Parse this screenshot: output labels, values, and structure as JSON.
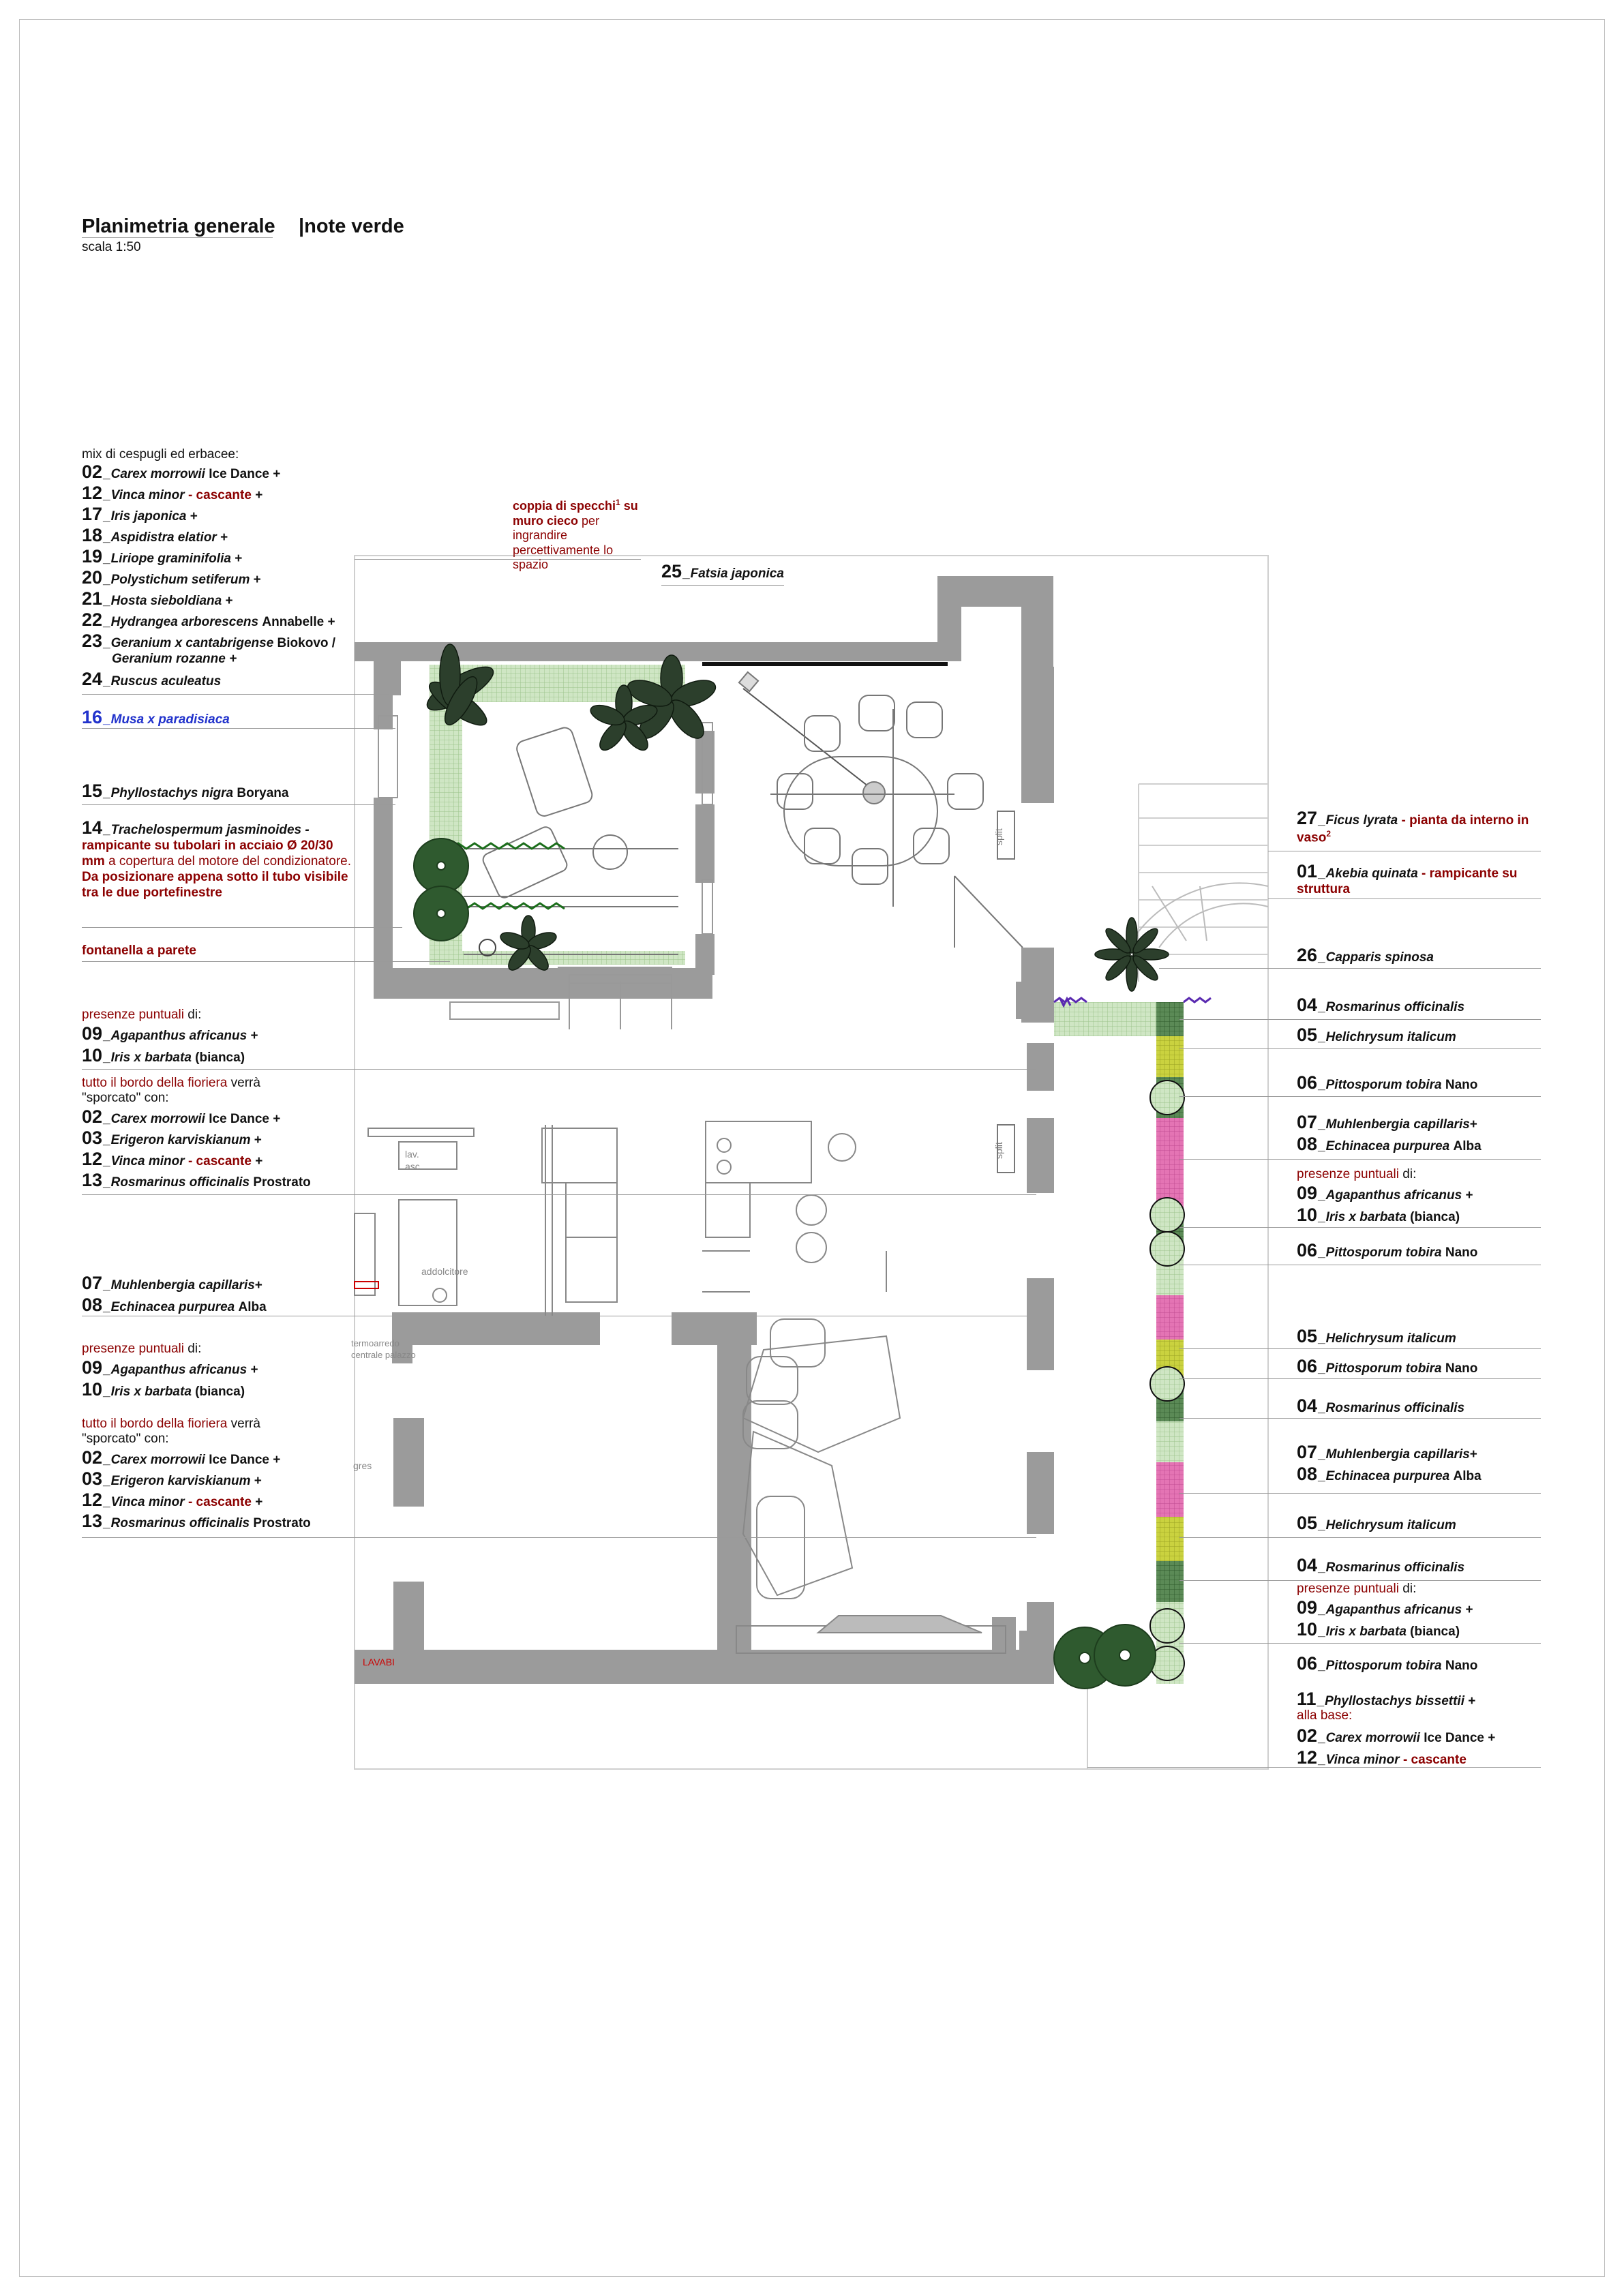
{
  "title": "Planimetria generale",
  "title2": "|note verde",
  "scale": "scala 1:50",
  "left_notes": {
    "mix_header": "mix di cespugli ed erbacee:",
    "mix": [
      {
        "n": "02",
        "name": "_Carex morrowii",
        "rest": "Ice Dance +"
      },
      {
        "n": "12",
        "name": "_Vinca minor",
        "red": "- cascante",
        "rest": "+"
      },
      {
        "n": "17",
        "name": "_Iris japonica",
        "rest": "+"
      },
      {
        "n": "18",
        "name": "_Aspidistra elatior",
        "rest": "+"
      },
      {
        "n": "19",
        "name": "_Liriope graminifolia",
        "rest": "+"
      },
      {
        "n": "20",
        "name": "_Polystichum setiferum",
        "rest": "+"
      },
      {
        "n": "21",
        "name": "_Hosta sieboldiana",
        "rest": "+"
      },
      {
        "n": "22",
        "name": "_Hydrangea arborescens",
        "rest": "Annabelle +"
      },
      {
        "n": "23",
        "name": "_Geranium x cantabrigense",
        "rest": "Biokovo /"
      }
    ],
    "geranium2_name": "Geranium rozanne",
    "geranium2_rest": "+",
    "ruscus": {
      "n": "24",
      "name": "_Ruscus aculeatus"
    },
    "musa": {
      "n": "16",
      "name": "_Musa x paradisiaca"
    },
    "phyllostachys": {
      "n": "15",
      "name": "_Phyllostachys nigra",
      "rest": "Boryana"
    },
    "trach_n": "14",
    "trach_name": "_Trachelospermum jasminoides -",
    "trach_red1": "rampicante su tubolari in acciaio Ø 20/30 mm",
    "trach_plain": "a copertura del motore del condizionatore.",
    "trach_red2": "Da posizionare appena sotto il tubo visibile tra le due portefinestre",
    "fontanella": "fontanella a parete",
    "presenze_red": "presenze puntuali",
    "presenze_rest": "di:",
    "p1_09": {
      "n": "09",
      "name": "_Agapanthus africanus",
      "rest": "+"
    },
    "p1_10": {
      "n": "10",
      "name": "_Iris x barbata",
      "rest": "(bianca)"
    },
    "bordo_red": "tutto il bordo della fioriera",
    "bordo_rest": "verrà",
    "sporcato": "\"sporcato\" con:",
    "b1": [
      {
        "n": "02",
        "name": "_Carex morrowii",
        "rest": "Ice Dance +"
      },
      {
        "n": "03",
        "name": "_Erigeron karviskianum",
        "rest": "+"
      },
      {
        "n": "12",
        "name": "_Vinca minor",
        "red": "- cascante",
        "rest": "+"
      },
      {
        "n": "13",
        "name": "_Rosmarinus officinalis",
        "rest": "Prostrato"
      }
    ],
    "m07": {
      "n": "07",
      "name": "_Muhlenbergia capillaris",
      "rest": "+"
    },
    "m08": {
      "n": "08",
      "name": "_Echinacea purpurea",
      "rest": "Alba"
    },
    "p2_09": {
      "n": "09",
      "name": "_Agapanthus africanus",
      "rest": "+"
    },
    "p2_10": {
      "n": "10",
      "name": "_Iris x barbata",
      "rest": "(bianca)"
    },
    "b2": [
      {
        "n": "02",
        "name": "_Carex morrowii",
        "rest": "Ice Dance +"
      },
      {
        "n": "03",
        "name": "_Erigeron karviskianum",
        "rest": "+"
      },
      {
        "n": "12",
        "name": "_Vinca minor",
        "red": "- cascante",
        "rest": "+"
      },
      {
        "n": "13",
        "name": "_Rosmarinus officinalis",
        "rest": "Prostrato"
      }
    ]
  },
  "top_notes": {
    "specchi_red1": "coppia di specchi",
    "specchi_sup": "1",
    "specchi_red2": "su muro cieco",
    "specchi_plain1": "per",
    "specchi_red3": "ingrandire percettivamente lo spazio",
    "fatsia": {
      "n": "25",
      "name": "_Fatsia japonica"
    }
  },
  "right_notes": {
    "ficus_n": "27",
    "ficus_name": "_Ficus lyrata",
    "ficus_red": "- pianta da interno in vaso",
    "ficus_sup": "2",
    "akebia_n": "01",
    "akebia_name": "_Akebia quinata",
    "akebia_red": "- rampicante su struttura",
    "capparis": {
      "n": "26",
      "name": "_Capparis spinosa"
    },
    "r04a": {
      "n": "04",
      "name": "_Rosmarinus officinalis"
    },
    "r05a": {
      "n": "05",
      "name": "_Helichrysum italicum"
    },
    "r06a": {
      "n": "06",
      "name": "_Pittosporum tobira",
      "rest": "Nano"
    },
    "r07a": {
      "n": "07",
      "name": "_Muhlenbergia capillaris",
      "rest": "+"
    },
    "r08a": {
      "n": "08",
      "name": "_Echinacea purpurea",
      "rest": "Alba"
    },
    "presenze_red": "presenze puntuali",
    "presenze_rest": "di:",
    "r09a": {
      "n": "09",
      "name": "_Agapanthus africanus",
      "rest": "+"
    },
    "r10a": {
      "n": "10",
      "name": "_Iris x barbata",
      "rest": "(bianca)"
    },
    "r06b": {
      "n": "06",
      "name": "_Pittosporum tobira",
      "rest": "Nano"
    },
    "r05b": {
      "n": "05",
      "name": "_Helichrysum italicum"
    },
    "r06c": {
      "n": "06",
      "name": "_Pittosporum tobira",
      "rest": "Nano"
    },
    "r04b": {
      "n": "04",
      "name": "_Rosmarinus officinalis"
    },
    "r07b": {
      "n": "07",
      "name": "_Muhlenbergia capillaris",
      "rest": "+"
    },
    "r08b": {
      "n": "08",
      "name": "_Echinacea purpurea",
      "rest": "Alba"
    },
    "r05c": {
      "n": "05",
      "name": "_Helichrysum italicum"
    },
    "r04c": {
      "n": "04",
      "name": "_Rosmarinus officinalis"
    },
    "r09b": {
      "n": "09",
      "name": "_Agapanthus africanus",
      "rest": "+"
    },
    "r10b": {
      "n": "10",
      "name": "_Iris x barbata",
      "rest": "(bianca)"
    },
    "r06d": {
      "n": "06",
      "name": "_Pittosporum tobira",
      "rest": "Nano"
    },
    "r11": {
      "n": "11",
      "name": "_Phyllostachys bissettii",
      "rest": "+"
    },
    "alla_base": "alla base:",
    "r02": {
      "n": "02",
      "name": "_Carex morrowii",
      "rest": "Ice Dance +"
    },
    "r12": {
      "n": "12",
      "name": "_Vinca minor",
      "red": "- cascante"
    }
  },
  "plan_labels": {
    "split1": "split",
    "split2": "split",
    "lav": "lav.",
    "asc": "asc.",
    "addolcitore": "addolcitore",
    "termo1": "termoarredo",
    "termo2": "centrale palazzo",
    "gres": "gres",
    "lavabi": "LAVABI"
  },
  "colors": {
    "wall": "#9b9b9b",
    "green": "#cfe6c4",
    "magenta": "#e06fb0",
    "yellow": "#c8cf3c",
    "note_red": "#8b0000",
    "note_blue": "#2233cc"
  }
}
